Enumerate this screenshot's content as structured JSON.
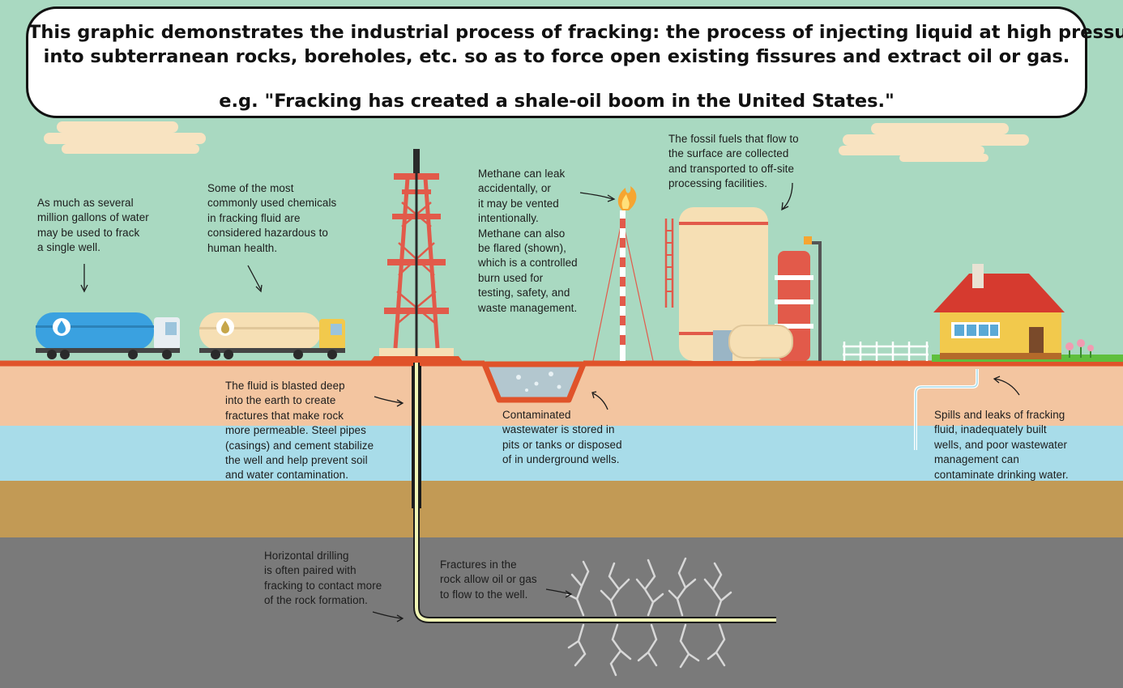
{
  "header": {
    "line1": "This graphic demonstrates the industrial process of fracking: the process of injecting liquid at high pressure",
    "line2": "into subterranean rocks, boreholes, etc. so as to force open existing fissures and extract oil or gas.",
    "example": "e.g. \"Fracking has created a shale-oil boom in the United States.\""
  },
  "annotations": {
    "water": "As much as several\nmillion gallons of water\nmay be used to frack\na single well.",
    "chemicals": "Some of the most\ncommonly used chemicals\nin fracking fluid are\nconsidered hazardous to\nhuman health.",
    "methane": "Methane can leak\naccidentally, or\nit may be vented\nintentionally.\nMethane can also\nbe flared (shown),\nwhich is a controlled\nburn used for\ntesting, safety, and\nwaste management.",
    "fossil_fuels": "The fossil fuels that flow to\nthe surface are collected\nand transported to off-site\nprocessing facilities.",
    "fluid": "The fluid is blasted deep\ninto the earth to create\nfractures that make rock\nmore permeable. Steel pipes\n(casings) and cement stabilize\nthe well and help prevent soil\nand water contamination.",
    "wastewater": "Contaminated\nwastewater is stored in\npits or tanks or disposed\nof in underground wells.",
    "spills": "Spills and leaks of fracking\nfluid, inadequately built\nwells, and poor wastewater\nmanagement can\ncontaminate drinking water.",
    "horizontal": "Horizontal drilling\nis often paired with\nfracking to contact more\nof the rock formation.",
    "fractures": "Fractures in the\nrock allow oil or gas\nto flow to the well."
  },
  "colors": {
    "sky": "#a9d9c1",
    "ground_line": "#e0532a",
    "soil": "#f3c5a0",
    "aquifer": "#a8dce9",
    "clay": "#c29a55",
    "bedrock": "#7a7a7a",
    "pipe": "#f0f5b5",
    "tank_blue": "#3aa1e0",
    "tank_cream": "#f6dfb4",
    "rig_red": "#e25a4a"
  }
}
